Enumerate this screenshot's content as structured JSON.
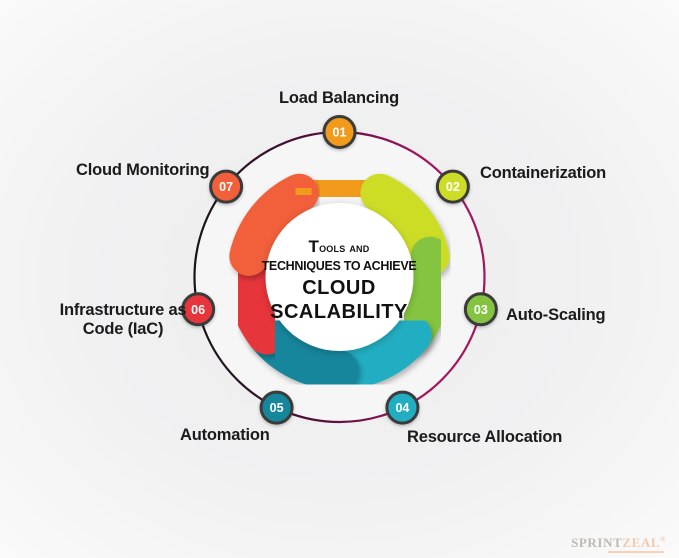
{
  "center_title": {
    "line1": "Tools and",
    "line2": "TECHNIQUES TO ACHIEVE",
    "line3": "CLOUD",
    "line4": "SCALABILITY"
  },
  "items": [
    {
      "number": "01",
      "label": "Load Balancing",
      "color": "#F29A1F"
    },
    {
      "number": "02",
      "label": "Containerization",
      "color": "#CDDD28"
    },
    {
      "number": "03",
      "label": "Auto-Scaling",
      "color": "#85C441"
    },
    {
      "number": "04",
      "label": "Resource Allocation",
      "color": "#23AEC2"
    },
    {
      "number": "05",
      "label": "Automation",
      "color": "#16869C"
    },
    {
      "number": "06",
      "label": "Infrastructure as Code (IaC)",
      "color": "#E6343A"
    },
    {
      "number": "07",
      "label": "Cloud Monitoring",
      "color": "#F2613B"
    }
  ],
  "outer_circle": {
    "gradient_left": "#161616",
    "gradient_right": "#A3155C"
  },
  "badge": {
    "stroke_color": "#3a3a3a",
    "number_color": "#ffffff"
  },
  "logo": {
    "part1": "SPRINT",
    "part2": "ZEAL",
    "registered": "®"
  }
}
